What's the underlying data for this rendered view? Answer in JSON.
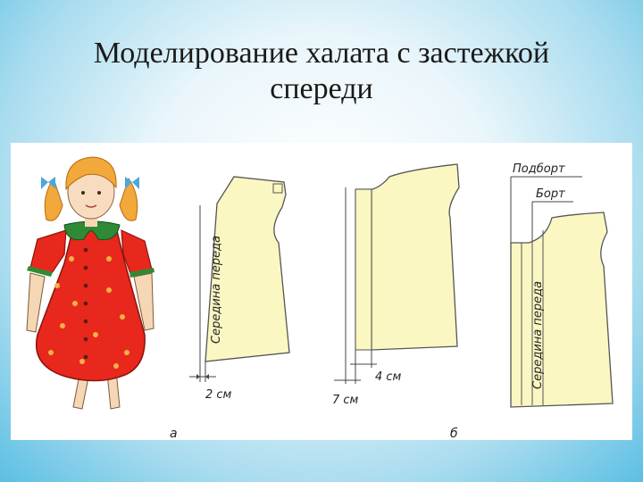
{
  "slide": {
    "title_line1": "Моделирование халата с застежкой",
    "title_line2": "спереди"
  },
  "figure": {
    "pattern_a": {
      "label_center_front": "Середина переда",
      "measure": "2 см",
      "panel_letter": "а"
    },
    "pattern_b_middle": {
      "measure_inner": "4 см",
      "measure_outer": "7 см"
    },
    "pattern_b_right": {
      "label_facing": "Подборт",
      "label_placket": "Борт",
      "label_center_front": "Середина переда",
      "panel_letter": "б"
    }
  },
  "colors": {
    "pattern_fill": "#fbf7c2",
    "dress_red": "#e8281d",
    "collar_green": "#2f8a35",
    "hair": "#f2a83a"
  }
}
